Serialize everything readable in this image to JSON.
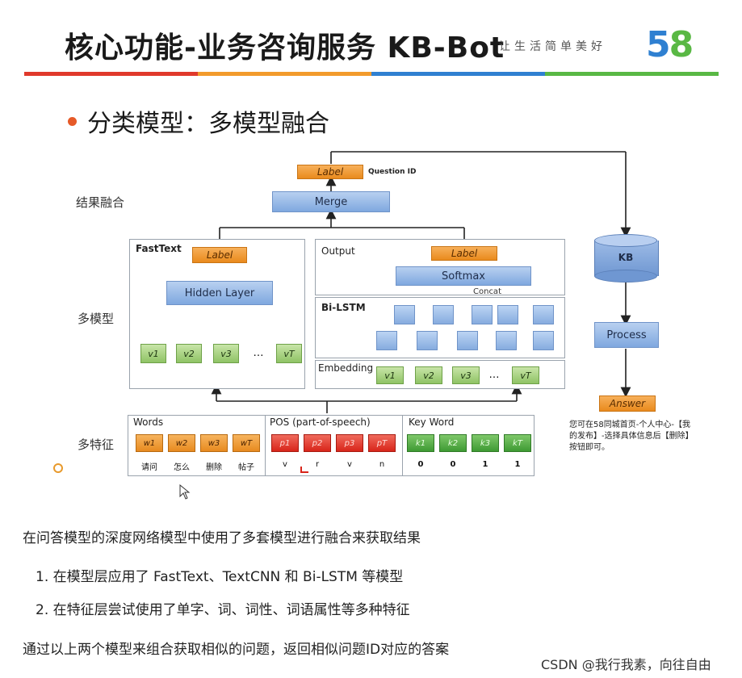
{
  "header": {
    "title": "核心功能-业务咨询服务 KB-Bot",
    "slogan": "让生活简单美好",
    "logo": "58",
    "colors": {
      "red": "#e0392b",
      "orange": "#f29b2c",
      "blue": "#2f80d1",
      "green": "#59b844"
    }
  },
  "subtitle": "分类模型：多模型融合",
  "rows": {
    "fusion": "结果融合",
    "multi_model": "多模型",
    "multi_feature": "多特征"
  },
  "top": {
    "label": "Label",
    "question_id": "Question ID",
    "merge": "Merge"
  },
  "fasttext": {
    "name": "FastText",
    "label": "Label",
    "hidden": "Hidden Layer",
    "vectors": [
      "v1",
      "v2",
      "v3",
      "…",
      "vT"
    ]
  },
  "output_panel": {
    "name": "Output",
    "label": "Label",
    "softmax": "Softmax",
    "concat": "Concat"
  },
  "bilstm": {
    "name": "Bi-LSTM"
  },
  "embedding": {
    "name": "Embedding",
    "vectors": [
      "v1",
      "v2",
      "v3",
      "…",
      "vT"
    ]
  },
  "features": {
    "words": {
      "name": "Words",
      "tokens": [
        "w1",
        "w2",
        "w3",
        "wT"
      ],
      "values": [
        "请问",
        "怎么",
        "删除",
        "帖子"
      ]
    },
    "pos": {
      "name": "POS (part-of-speech)",
      "tokens": [
        "p1",
        "p2",
        "p3",
        "pT"
      ],
      "values": [
        "v",
        "r",
        "v",
        "n"
      ]
    },
    "keyword": {
      "name": "Key Word",
      "tokens": [
        "k1",
        "k2",
        "k3",
        "kT"
      ],
      "values": [
        "0",
        "0",
        "1",
        "1"
      ]
    }
  },
  "right": {
    "kb": "KB",
    "process": "Process",
    "answer": "Answer",
    "note": "您可在58同城首页-个人中心-【我的发布】-选择具体信息后【删除】按钮即可。"
  },
  "text": {
    "intro": "在问答模型的深度网络模型中使用了多套模型进行融合来获取结果",
    "items": [
      "1. 在模型层应用了 FastText、TextCNN 和 Bi-LSTM 等模型",
      "2. 在特征层尝试使用了单字、词、词性、词语属性等多种特征"
    ],
    "conclusion": "通过以上两个模型来组合获取相似的问题，返回相似问题ID对应的答案",
    "watermark": "CSDN @我行我素，向往自由"
  }
}
